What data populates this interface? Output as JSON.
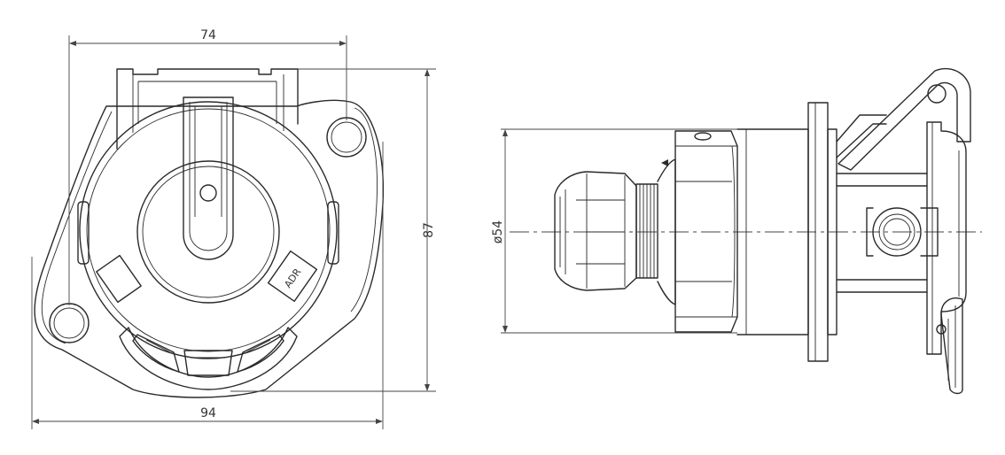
{
  "front_view": {
    "dim_top": "74",
    "dim_bottom": "94",
    "dim_right": "87",
    "badge_text": "ADR"
  },
  "side_view": {
    "dim_diameter": "ø54"
  }
}
